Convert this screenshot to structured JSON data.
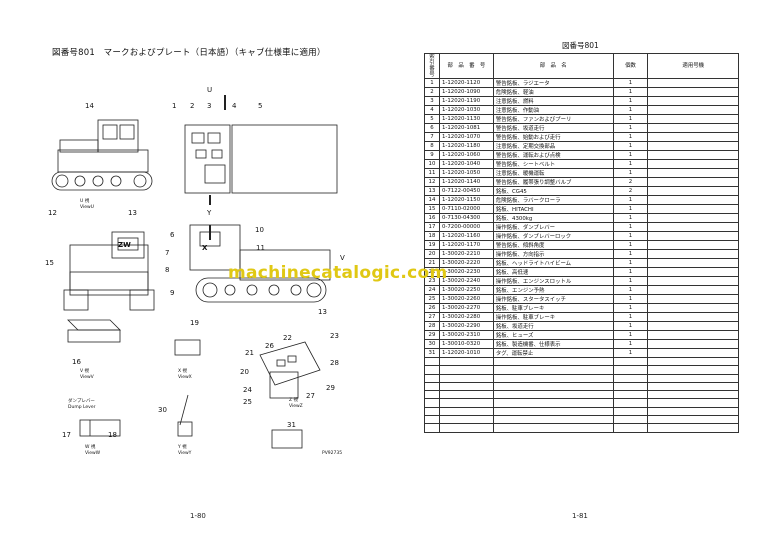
{
  "left": {
    "title": "図番号801　マークおよびプレート（日本語）（キャブ仕様車に適用）",
    "page_number": "1-80",
    "figure_code": "PV92735",
    "callouts": [
      "14",
      "1",
      "2",
      "3",
      "4",
      "5",
      "U",
      "Y",
      "12",
      "13",
      "10",
      "6",
      "7",
      "8",
      "9",
      "11",
      "ZW",
      "X",
      "V",
      "15",
      "13",
      "19",
      "16",
      "23",
      "22",
      "26",
      "21",
      "28",
      "20",
      "27",
      "29",
      "24",
      "25",
      "30",
      "17",
      "18",
      "31"
    ],
    "view_labels": {
      "u": "U　視\nViewU",
      "v": "V　視\nViewV",
      "x": "X　視\nViewX",
      "z": "Z　視\nViewZ",
      "w": "W　視\nViewW",
      "y": "Y　視\nViewY"
    },
    "dump_lever_jp": "ダンプレバー",
    "dump_lever_en": "Dump Lever"
  },
  "right": {
    "title": "図番号801",
    "page_number": "1-81",
    "headers": {
      "idx": "索引\n番号",
      "part_no": "部　品　番　号",
      "name": "部　品　名",
      "qty": "個数",
      "applicable": "適用号機"
    },
    "rows": [
      {
        "idx": "1",
        "part_no": "1-12020-1120",
        "name": "警告銘板、ラジエータ",
        "qty": "1"
      },
      {
        "idx": "2",
        "part_no": "1-12020-1090",
        "name": "危険銘板、軽油",
        "qty": "1"
      },
      {
        "idx": "3",
        "part_no": "1-12020-1190",
        "name": "注意銘板、燃料",
        "qty": "1"
      },
      {
        "idx": "4",
        "part_no": "1-12020-1030",
        "name": "注意銘板、作動油",
        "qty": "1"
      },
      {
        "idx": "5",
        "part_no": "1-12020-1130",
        "name": "警告銘板、ファンおよびプーリ",
        "qty": "1"
      },
      {
        "idx": "6",
        "part_no": "1-12020-1081",
        "name": "警告銘板、坂道走行",
        "qty": "1"
      },
      {
        "idx": "7",
        "part_no": "1-12020-1070",
        "name": "警告銘板、始動および走行",
        "qty": "1"
      },
      {
        "idx": "8",
        "part_no": "1-12020-1180",
        "name": "注意銘板、定期交換部品",
        "qty": "1"
      },
      {
        "idx": "9",
        "part_no": "1-12020-1060",
        "name": "警告銘板、運転および点検",
        "qty": "1"
      },
      {
        "idx": "10",
        "part_no": "1-12020-1040",
        "name": "警告銘板、シートベルト",
        "qty": "1"
      },
      {
        "idx": "11",
        "part_no": "1-12020-1050",
        "name": "注意銘板、暖機運転",
        "qty": "1"
      },
      {
        "idx": "12",
        "part_no": "1-12020-1140",
        "name": "警告銘板、履帯張り調整バルブ",
        "qty": "2"
      },
      {
        "idx": "13",
        "part_no": "0-7122-00450",
        "name": "銘板、CG45",
        "qty": "2"
      },
      {
        "idx": "14",
        "part_no": "1-12020-1150",
        "name": "危険銘板、ラバークローラ",
        "qty": "1"
      },
      {
        "idx": "15",
        "part_no": "0-7110-02000",
        "name": "銘板、HITACHI",
        "qty": "1"
      },
      {
        "idx": "16",
        "part_no": "0-7130-04300",
        "name": "銘板、4300kg",
        "qty": "1"
      },
      {
        "idx": "17",
        "part_no": "0-7200-00000",
        "name": "操作銘板、ダンプレバー",
        "qty": "1"
      },
      {
        "idx": "18",
        "part_no": "1-12020-1160",
        "name": "操作銘板、ダンプレバーロック",
        "qty": "1"
      },
      {
        "idx": "19",
        "part_no": "1-12020-1170",
        "name": "警告銘板、傾斜角度",
        "qty": "1"
      },
      {
        "idx": "20",
        "part_no": "1-30020-2210",
        "name": "操作銘板、方向指示",
        "qty": "1"
      },
      {
        "idx": "21",
        "part_no": "1-30020-2220",
        "name": "銘板、ヘッドライトハイビーム",
        "qty": "1"
      },
      {
        "idx": "22",
        "part_no": "1-30020-2230",
        "name": "銘板、高低速",
        "qty": "1"
      },
      {
        "idx": "23",
        "part_no": "1-30020-2240",
        "name": "操作銘板、エンジンスロットル",
        "qty": "1"
      },
      {
        "idx": "24",
        "part_no": "1-30020-2250",
        "name": "銘板、エンジン予熱",
        "qty": "1"
      },
      {
        "idx": "25",
        "part_no": "1-30020-2260",
        "name": "操作銘板、スタータスイッチ",
        "qty": "1"
      },
      {
        "idx": "26",
        "part_no": "1-30020-2270",
        "name": "銘板、駐車ブレーキ",
        "qty": "1"
      },
      {
        "idx": "27",
        "part_no": "1-30020-2280",
        "name": "操作銘板、駐車ブレーキ",
        "qty": "1"
      },
      {
        "idx": "28",
        "part_no": "1-30020-2290",
        "name": "銘板、坂道走行",
        "qty": "1"
      },
      {
        "idx": "29",
        "part_no": "1-30020-2310",
        "name": "銘板、ヒューズ",
        "qty": "1"
      },
      {
        "idx": "30",
        "part_no": "1-30010-0320",
        "name": "銘板、製造機番、仕様表示",
        "qty": "1"
      },
      {
        "idx": "31",
        "part_no": "1-12020-1010",
        "name": "タグ、運転禁止",
        "qty": "1"
      }
    ],
    "blank_rows": 9
  },
  "watermark": "machinecatalogic.com"
}
